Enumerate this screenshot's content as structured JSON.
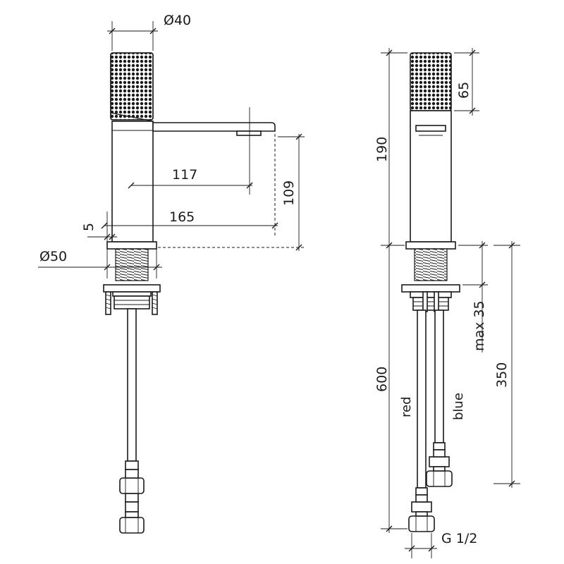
{
  "front_view": {
    "dim_spout_diameter": "Ø40",
    "dim_spout_reach_inner": "117",
    "dim_spout_reach_outer": "165",
    "dim_offset": "5",
    "dim_outlet_height": "109",
    "dim_base_diameter": "Ø50"
  },
  "side_view": {
    "dim_handle_height": "65",
    "dim_body_height": "190",
    "dim_hose_length": "600",
    "dim_max_thickness": "max 35",
    "dim_shank_length": "350",
    "hose_red_label": "red",
    "hose_blue_label": "blue",
    "connection_thread": "G 1/2"
  }
}
